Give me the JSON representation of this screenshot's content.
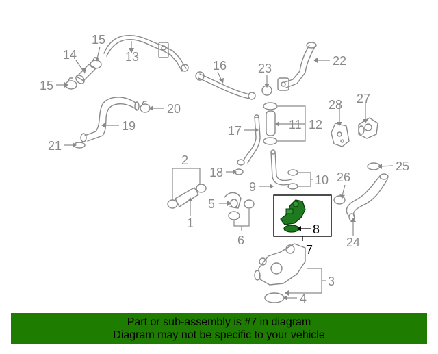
{
  "callouts": {
    "c1": "1",
    "c2": "2",
    "c3": "3",
    "c4": "4",
    "c5": "5",
    "c6": "6",
    "c7": "7",
    "c8": "8",
    "c9": "9",
    "c10": "10",
    "c11": "11",
    "c12": "12",
    "c13": "13",
    "c14": "14",
    "c15a": "15",
    "c15b": "15",
    "c16": "16",
    "c17": "17",
    "c18": "18",
    "c19": "19",
    "c20": "20",
    "c21": "21",
    "c22": "22",
    "c23": "23",
    "c24": "24",
    "c25": "25",
    "c26": "26",
    "c27": "27",
    "c28": "28"
  },
  "banner": {
    "line1": "Part or sub-assembly is #7 in diagram",
    "line2": "Diagram may not be specific to your vehicle",
    "background": "#1e7d00"
  },
  "highlight": {
    "part_number": "7",
    "color": "#1f7a1f"
  }
}
